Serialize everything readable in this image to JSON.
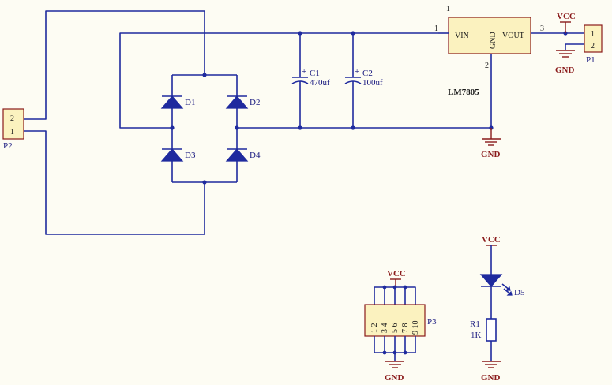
{
  "p2": {
    "ref": "P2",
    "pin_top": "2",
    "pin_bottom": "1"
  },
  "diodes": {
    "d1": "D1",
    "d2": "D2",
    "d3": "D3",
    "d4": "D4",
    "d5": "D5"
  },
  "c1": {
    "ref": "C1",
    "value": "470uf",
    "polarity": "+"
  },
  "c2": {
    "ref": "C2",
    "value": "100uf",
    "polarity": "+"
  },
  "regulator": {
    "ref_number": "1",
    "part": "LM7805",
    "pin_vin": "VIN",
    "pin_gnd": "GND",
    "pin_vout": "VOUT",
    "pin1": "1",
    "pin2": "2",
    "pin3": "3"
  },
  "p1": {
    "ref": "P1",
    "pin_top": "1",
    "pin_bottom": "2"
  },
  "p3": {
    "ref": "P3",
    "top_pins": "1 2",
    "pins_row_a": "2 4 6 8 10",
    "pins_row_b": "1 3 5 7 9",
    "pin_labels": [
      "1 2",
      "3 4",
      "5 6",
      "7 8",
      "9 10"
    ]
  },
  "r1": {
    "ref": "R1",
    "value": "1K"
  },
  "nets": {
    "vcc": "VCC",
    "gnd": "GND"
  }
}
